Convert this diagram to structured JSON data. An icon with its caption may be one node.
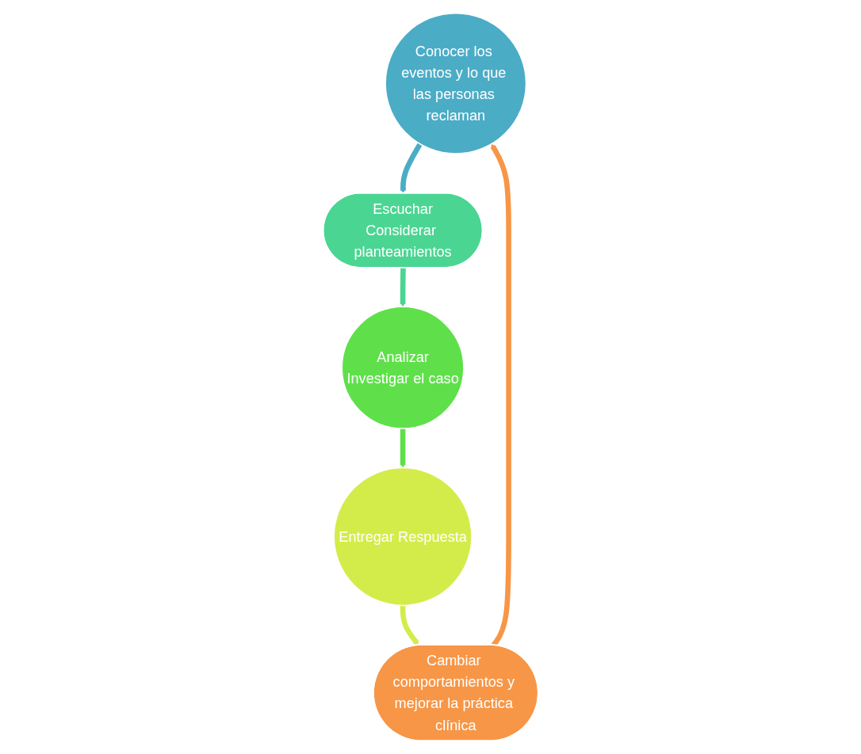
{
  "diagram": {
    "nodes": [
      {
        "text": [
          "Conocer los eventos y lo que las personas reclaman"
        ]
      },
      {
        "text": [
          "Escuchar",
          "Considerar planteamientos"
        ]
      },
      {
        "text": [
          "Analizar",
          "Investigar el caso"
        ]
      },
      {
        "text": [
          "Entregar Respuesta"
        ]
      },
      {
        "text": [
          "Cambiar comportamientos y mejorar la práctica clínica"
        ]
      }
    ],
    "edges": [
      {
        "from": 0,
        "to": 1,
        "arrow": "to",
        "color": "#4bacc6"
      },
      {
        "from": 1,
        "to": 2,
        "arrow": "to",
        "color": "#4bd592"
      },
      {
        "from": 2,
        "to": 3,
        "arrow": "to",
        "color": "#5fe04a"
      },
      {
        "from": 3,
        "to": 4,
        "arrow": "to",
        "color": "#d4ec4a"
      },
      {
        "from": 4,
        "to": 0,
        "arrow": "to",
        "color": "#f79646"
      }
    ]
  }
}
